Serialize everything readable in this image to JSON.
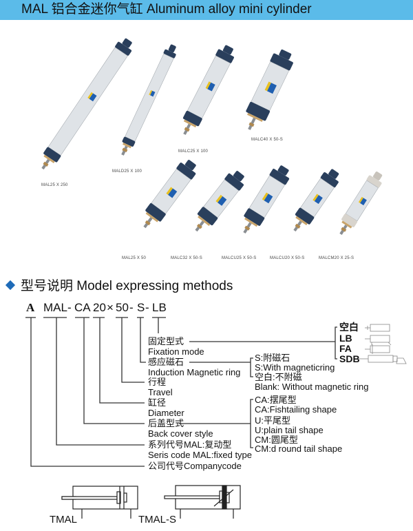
{
  "header": {
    "title": "MAL 铝合金迷你气缸 Aluminum alloy mini cylinder"
  },
  "products": [
    {
      "model": "MAL25 X 250"
    },
    {
      "model": "MALD25 X 100"
    },
    {
      "model": "MALC25 X 100"
    },
    {
      "model": "MALC40 X 50-S"
    },
    {
      "model": "MAL25 X 50"
    },
    {
      "model": "MALC32 X 50-S"
    },
    {
      "model": "MALCU25 X 50-S"
    },
    {
      "model": "MALCU20 X 50-S"
    },
    {
      "model": "MALCM20 X 25-S"
    }
  ],
  "section": {
    "icon": "diamond-icon",
    "title": "型号说明  Model expressing methods"
  },
  "model_code": {
    "parts": [
      "A",
      "MAL",
      "-",
      "CA",
      "20",
      "×",
      "50",
      "-",
      "S",
      "-",
      "LB"
    ]
  },
  "fields": {
    "fixation": {
      "cn": "固定型式",
      "en": "Fixation mode"
    },
    "induction": {
      "cn": "感应磁石",
      "en": "Induction Magnetic ring"
    },
    "travel": {
      "cn": "行程",
      "en": "Travel"
    },
    "diameter": {
      "cn": "缸径",
      "en": "Diameter"
    },
    "back_cover": {
      "cn": "后盖型式",
      "en": "Back cover style"
    },
    "series": {
      "cn": "系列代号MAL:复动型",
      "en": "Seris code MAL:fixed type"
    },
    "company": {
      "cn": "公司代号Companycode"
    }
  },
  "fixation_options": [
    "空白",
    "LB",
    "FA",
    "SDB"
  ],
  "magnet_options": {
    "s_cn": "S:附磁石",
    "s_en": "S:With magneticring",
    "blank_cn": "空白:不附磁",
    "blank_en": "Blank: Without magnetic ring"
  },
  "back_cover_options": {
    "ca_cn": "CA:摆尾型",
    "ca_en": "CA:Fishtailing shape",
    "u_cn": "U:平尾型",
    "u_en": "U:plain tail shape",
    "cm_cn": "CM:圆尾型",
    "cm_en": "CM:d round tail shape"
  },
  "symbols": {
    "tmal": "TMAL",
    "tmal_s": "TMAL-S"
  },
  "colors": {
    "banner": "#5bbbe9",
    "diamond": "#1e6bb8",
    "cylinder_cap": "#2a3f5c"
  }
}
